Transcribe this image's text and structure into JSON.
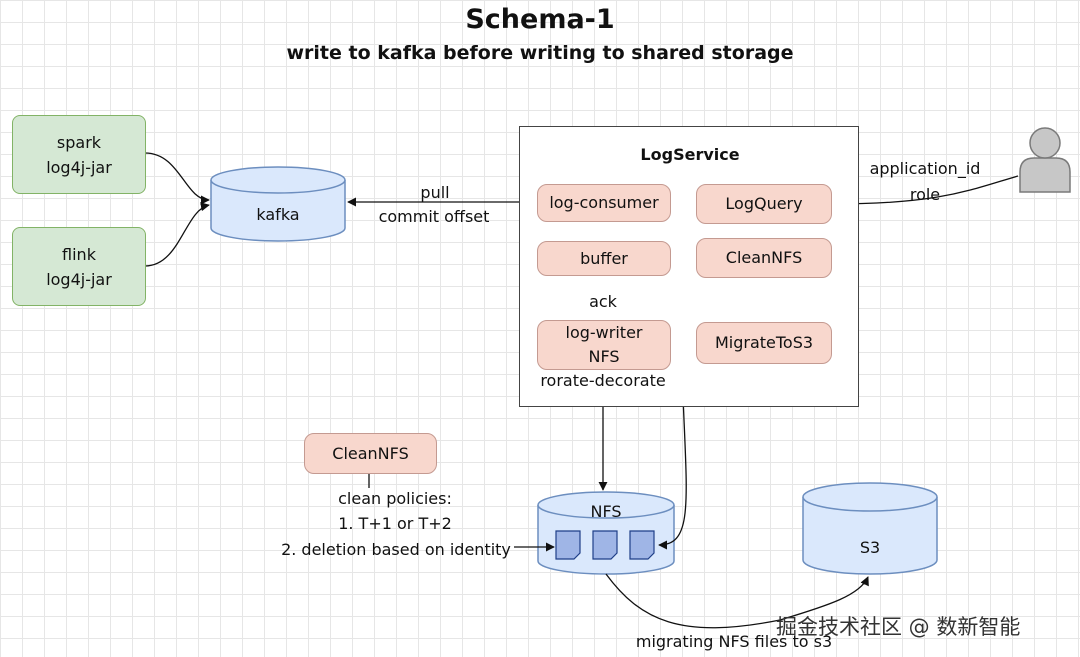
{
  "header": {
    "title": "Schema-1",
    "subtitle": "write to kafka before writing to shared storage"
  },
  "sources": {
    "spark": {
      "line1": "spark",
      "line2": "log4j-jar"
    },
    "flink": {
      "line1": "flink",
      "line2": "log4j-jar"
    }
  },
  "kafka": {
    "label": "kafka"
  },
  "kafka_edge": {
    "line1": "pull",
    "line2": "commit offset"
  },
  "log_service": {
    "title": "LogService",
    "log_consumer": "log-consumer",
    "buffer": "buffer",
    "ack": "ack",
    "log_writer": {
      "line1": "log-writer",
      "line2": "NFS"
    },
    "rorate": "rorate-decorate",
    "log_query": "LogQuery",
    "clean_nfs": "CleanNFS",
    "migrate": "MigrateToS3"
  },
  "user": {
    "line1": "application_id",
    "line2": "role"
  },
  "clean_nfs_external": {
    "label": "CleanNFS",
    "policies_title": "clean policies:",
    "policy1": "1. T+1 or T+2",
    "policy2": "2. deletion based on identity"
  },
  "nfs": {
    "label": "NFS"
  },
  "s3": {
    "label": "S3"
  },
  "migration": {
    "label": "migrating NFS files to s3"
  },
  "watermark": {
    "text": "掘金技术社区 @ 数新智能"
  },
  "colors": {
    "green_fill": "#d5e8d4",
    "pink_fill": "#f8d7cd",
    "blue_fill": "#dae8fc",
    "file_fill": "#9fb5e6"
  }
}
